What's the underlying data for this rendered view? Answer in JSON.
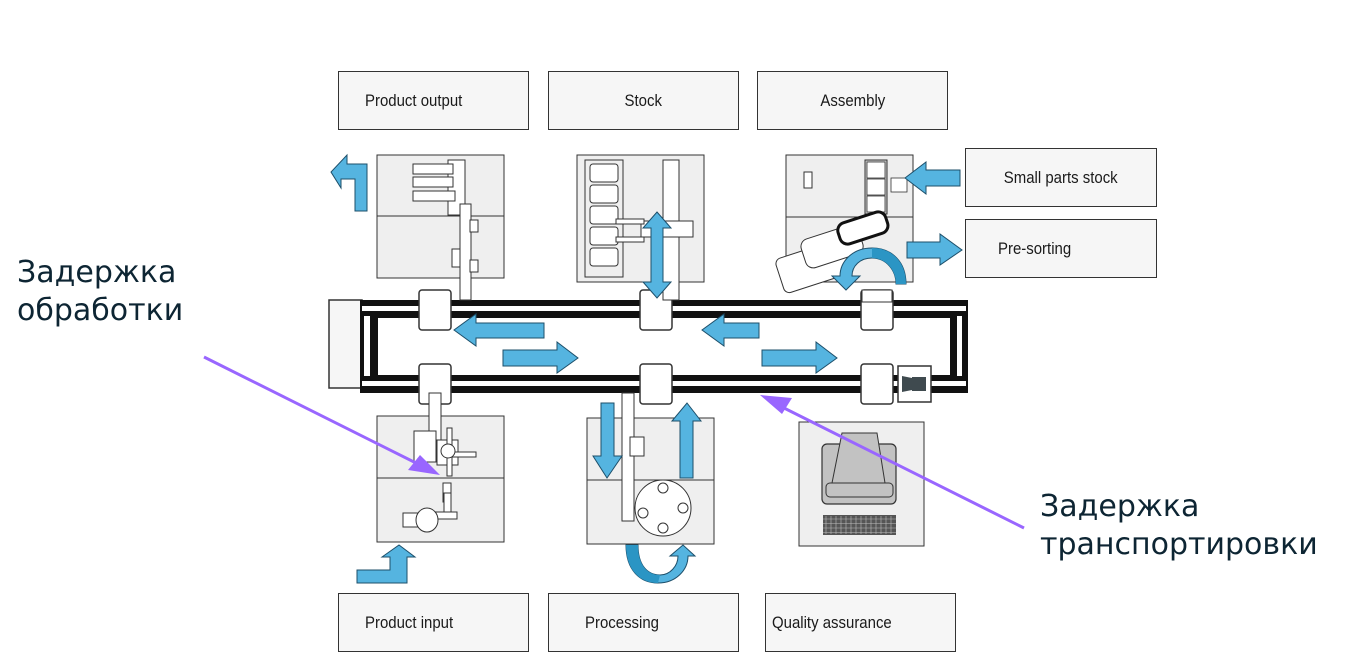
{
  "colors": {
    "arrow_fill": "#55b4e0",
    "arrow_dark": "#2b95c4",
    "arrow_stroke": "#1d4f6a",
    "station_fill": "#efefef",
    "outline": "#333333",
    "rail": "#111111",
    "annotation_arrow": "#9966ff",
    "annotation_text": "#0d2533",
    "label_bg": "#f6f6f6"
  },
  "stations_top": [
    {
      "id": "product-output",
      "label": "Product output"
    },
    {
      "id": "stock",
      "label": "Stock"
    },
    {
      "id": "assembly",
      "label": "Assembly"
    }
  ],
  "stations_side": [
    {
      "id": "small-parts-stock",
      "label": "Small parts stock"
    },
    {
      "id": "pre-sorting",
      "label": "Pre-sorting"
    }
  ],
  "stations_bottom": [
    {
      "id": "product-input",
      "label": "Product input"
    },
    {
      "id": "processing",
      "label": "Processing"
    },
    {
      "id": "quality-assurance",
      "label": "Quality assurance"
    }
  ],
  "annotations": {
    "processing_delay": {
      "line1": "Задержка",
      "line2": "обработки"
    },
    "transport_delay": {
      "line1": "Задержка",
      "line2": "транспортировки"
    }
  }
}
